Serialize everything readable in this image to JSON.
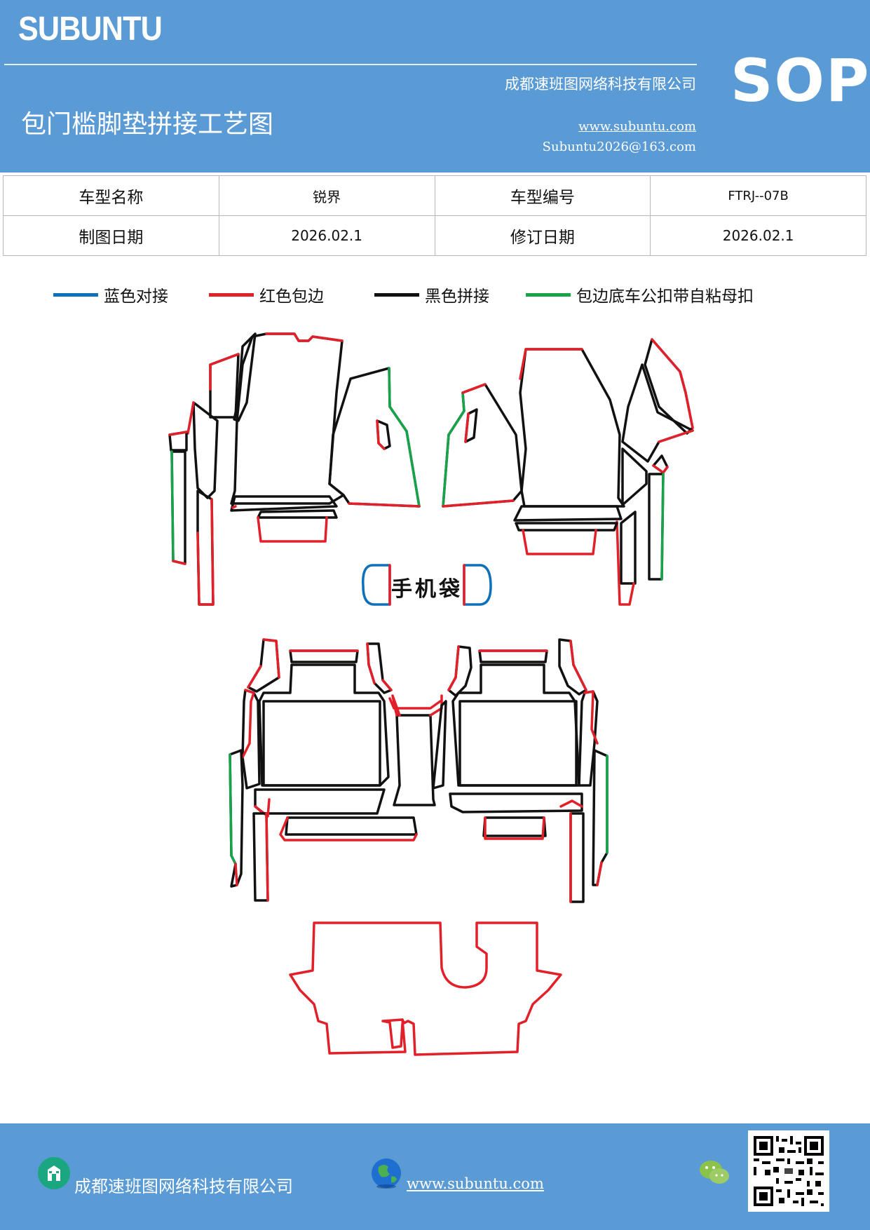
{
  "header": {
    "brand": "SUBUNTU",
    "company": "成都速班图网络科技有限公司",
    "title": "包门槛脚垫拼接工艺图",
    "website": "www.subuntu.com",
    "email": "Subuntu2026@163.com",
    "sop": "SOP"
  },
  "info_table": {
    "rows": [
      [
        {
          "label": "车型名称",
          "value": "锐界"
        },
        {
          "label": "车型编号",
          "value": "FTRJ--07B"
        }
      ],
      [
        {
          "label": "制图日期",
          "value": "2026.02.1"
        },
        {
          "label": "修订日期",
          "value": "2026.02.1"
        }
      ]
    ]
  },
  "legend": [
    {
      "label": "蓝色对接",
      "color": "#0e6fbb"
    },
    {
      "label": "红色包边",
      "color": "#e2202a"
    },
    {
      "label": "黑色拼接",
      "color": "#111111"
    },
    {
      "label": "包边底车公扣带自粘母扣",
      "color": "#16a34a"
    }
  ],
  "diagram": {
    "phone_bag_label": "手机袋"
  },
  "footer": {
    "company": "成都速班图网络科技有限公司",
    "website": "www.subuntu.com",
    "icons": [
      "building-icon",
      "globe-icon",
      "wechat-icon",
      "qr-code"
    ]
  }
}
